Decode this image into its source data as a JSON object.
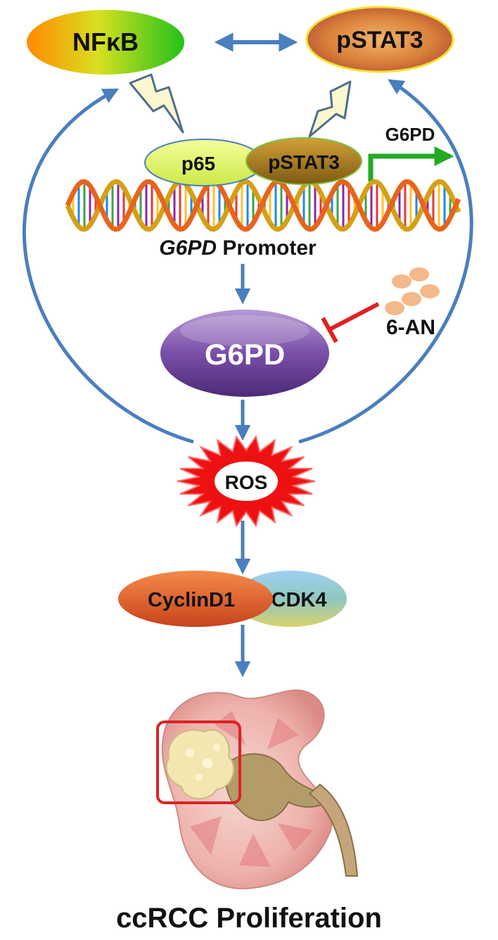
{
  "nodes": {
    "nfkb": "NFκB",
    "pstat3_top": "pSTAT3",
    "p65": "p65",
    "pstat3_bound": "pSTAT3",
    "g6pd_transcript": "G6PD",
    "promoter_gene": "G6PD",
    "promoter_word": "Promoter",
    "g6pd_enzyme": "G6PD",
    "inhibitor": "6-AN",
    "ros": "ROS",
    "cyclind1": "CyclinD1",
    "cdk4": "CDK4",
    "outcome": "ccRCC Proliferation"
  },
  "colors": {
    "arrow": "#4a7ebf",
    "inhibition": "#e02020",
    "transcription_arrow": "#22aa22",
    "ros_burst": "#ee1111",
    "g6pd_enzyme": "#7a4fa8",
    "tumor_box": "#dd2222"
  },
  "icons": {
    "activation": "lightning-bolt-icon",
    "dna": "dna-helix-icon",
    "organ": "kidney-illustration",
    "inhibitor_molecules": "molecule-dots-icon"
  }
}
